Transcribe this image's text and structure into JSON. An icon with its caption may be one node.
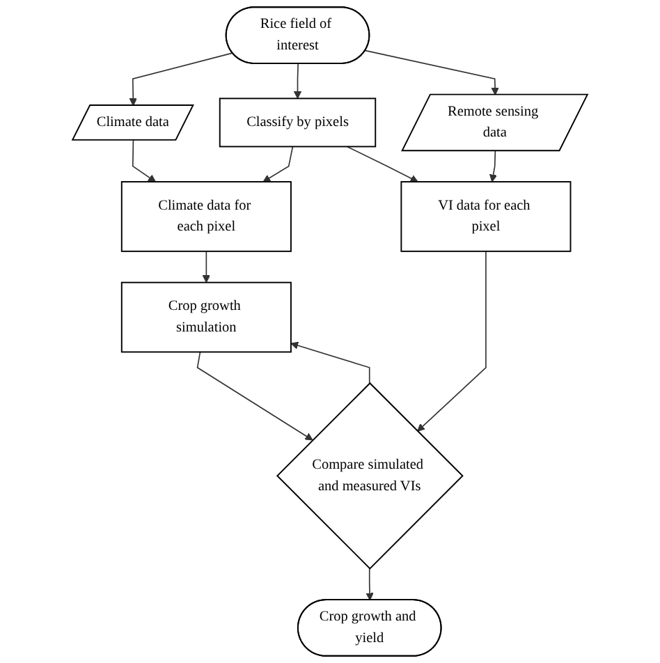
{
  "diagram": {
    "nodes": [
      {
        "text": [
          "Rice field of interest"
        ]
      },
      {
        "text": [
          "Climate data"
        ]
      },
      {
        "text": [
          "Classify by pixels"
        ]
      },
      {
        "text": [
          "Remote sensing data"
        ]
      },
      {
        "text": [
          "Climate data for each pixel"
        ]
      },
      {
        "text": [
          "VI data for each pixel"
        ]
      },
      {
        "text": [
          "Crop growth simulation"
        ]
      },
      {
        "text": [
          "Compare simulated and measured VIs"
        ]
      },
      {
        "text": [
          "Crop growth and yield"
        ]
      }
    ],
    "edges": [
      {
        "from": 0,
        "to": 1,
        "arrow": "to"
      },
      {
        "from": 0,
        "to": 2,
        "arrow": "to"
      },
      {
        "from": 0,
        "to": 3,
        "arrow": "to"
      },
      {
        "from": 1,
        "to": 4,
        "arrow": "to"
      },
      {
        "from": 2,
        "to": 4,
        "arrow": "to"
      },
      {
        "from": 2,
        "to": 5,
        "arrow": "to"
      },
      {
        "from": 3,
        "to": 5,
        "arrow": "to"
      },
      {
        "from": 4,
        "to": 6,
        "arrow": "to"
      },
      {
        "from": 6,
        "to": 7,
        "arrow": "to"
      },
      {
        "from": 5,
        "to": 7,
        "arrow": "to"
      },
      {
        "from": 7,
        "to": 6,
        "arrow": "to"
      },
      {
        "from": 7,
        "to": 8,
        "arrow": "to"
      }
    ]
  }
}
